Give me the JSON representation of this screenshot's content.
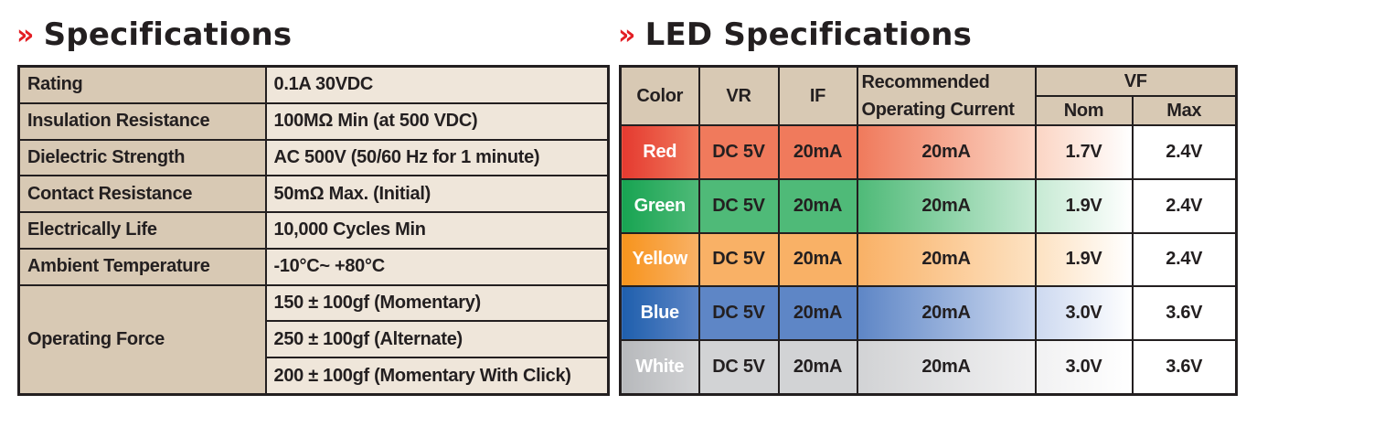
{
  "specifications": {
    "marker": "»",
    "title": "Specifications",
    "rows": [
      {
        "label": "Rating",
        "value": "0.1A 30VDC"
      },
      {
        "label": "Insulation Resistance",
        "value": "100MΩ Min (at 500 VDC)"
      },
      {
        "label": "Dielectric Strength",
        "value": "AC 500V (50/60 Hz for 1 minute)"
      },
      {
        "label": "Contact Resistance",
        "value": "50mΩ Max. (Initial)"
      },
      {
        "label": "Electrically Life",
        "value": "10,000 Cycles Min"
      },
      {
        "label": "Ambient Temperature",
        "value": "-10°C~ +80°C"
      }
    ],
    "operating_force": {
      "label": "Operating Force",
      "values": [
        "150 ± 100gf (Momentary)",
        "250 ± 100gf (Alternate)",
        "200 ± 100gf (Momentary With Click)"
      ]
    }
  },
  "led": {
    "marker": "»",
    "title": "LED Specifications",
    "headers": {
      "color": "Color",
      "vr": "VR",
      "if": "IF",
      "recommended_line1": "Recommended",
      "recommended_line2": "Operating Current",
      "vf": "VF",
      "nom": "Nom",
      "max": "Max"
    },
    "rows": [
      {
        "color": "Red",
        "vr": "DC 5V",
        "if": "20mA",
        "current": "20mA",
        "nom": "1.7V",
        "max": "2.4V",
        "swatch": "#e53a30",
        "tint": "#f07a5c",
        "light": "#fbd5c4"
      },
      {
        "color": "Green",
        "vr": "DC 5V",
        "if": "20mA",
        "current": "20mA",
        "nom": "1.9V",
        "max": "2.4V",
        "swatch": "#18a452",
        "tint": "#4fba78",
        "light": "#c7ead4"
      },
      {
        "color": "Yellow",
        "vr": "DC 5V",
        "if": "20mA",
        "current": "20mA",
        "nom": "1.9V",
        "max": "2.4V",
        "swatch": "#f7941d",
        "tint": "#f9b166",
        "light": "#fde2c2"
      },
      {
        "color": "Blue",
        "vr": "DC 5V",
        "if": "20mA",
        "current": "20mA",
        "nom": "3.0V",
        "max": "3.6V",
        "swatch": "#1f5fad",
        "tint": "#5e86c6",
        "light": "#cdd9f0"
      },
      {
        "color": "White",
        "vr": "DC 5V",
        "if": "20mA",
        "current": "20mA",
        "nom": "3.0V",
        "max": "3.6V",
        "swatch": "#b7b9bc",
        "tint": "#d2d3d5",
        "light": "#f1f1f2"
      }
    ]
  }
}
